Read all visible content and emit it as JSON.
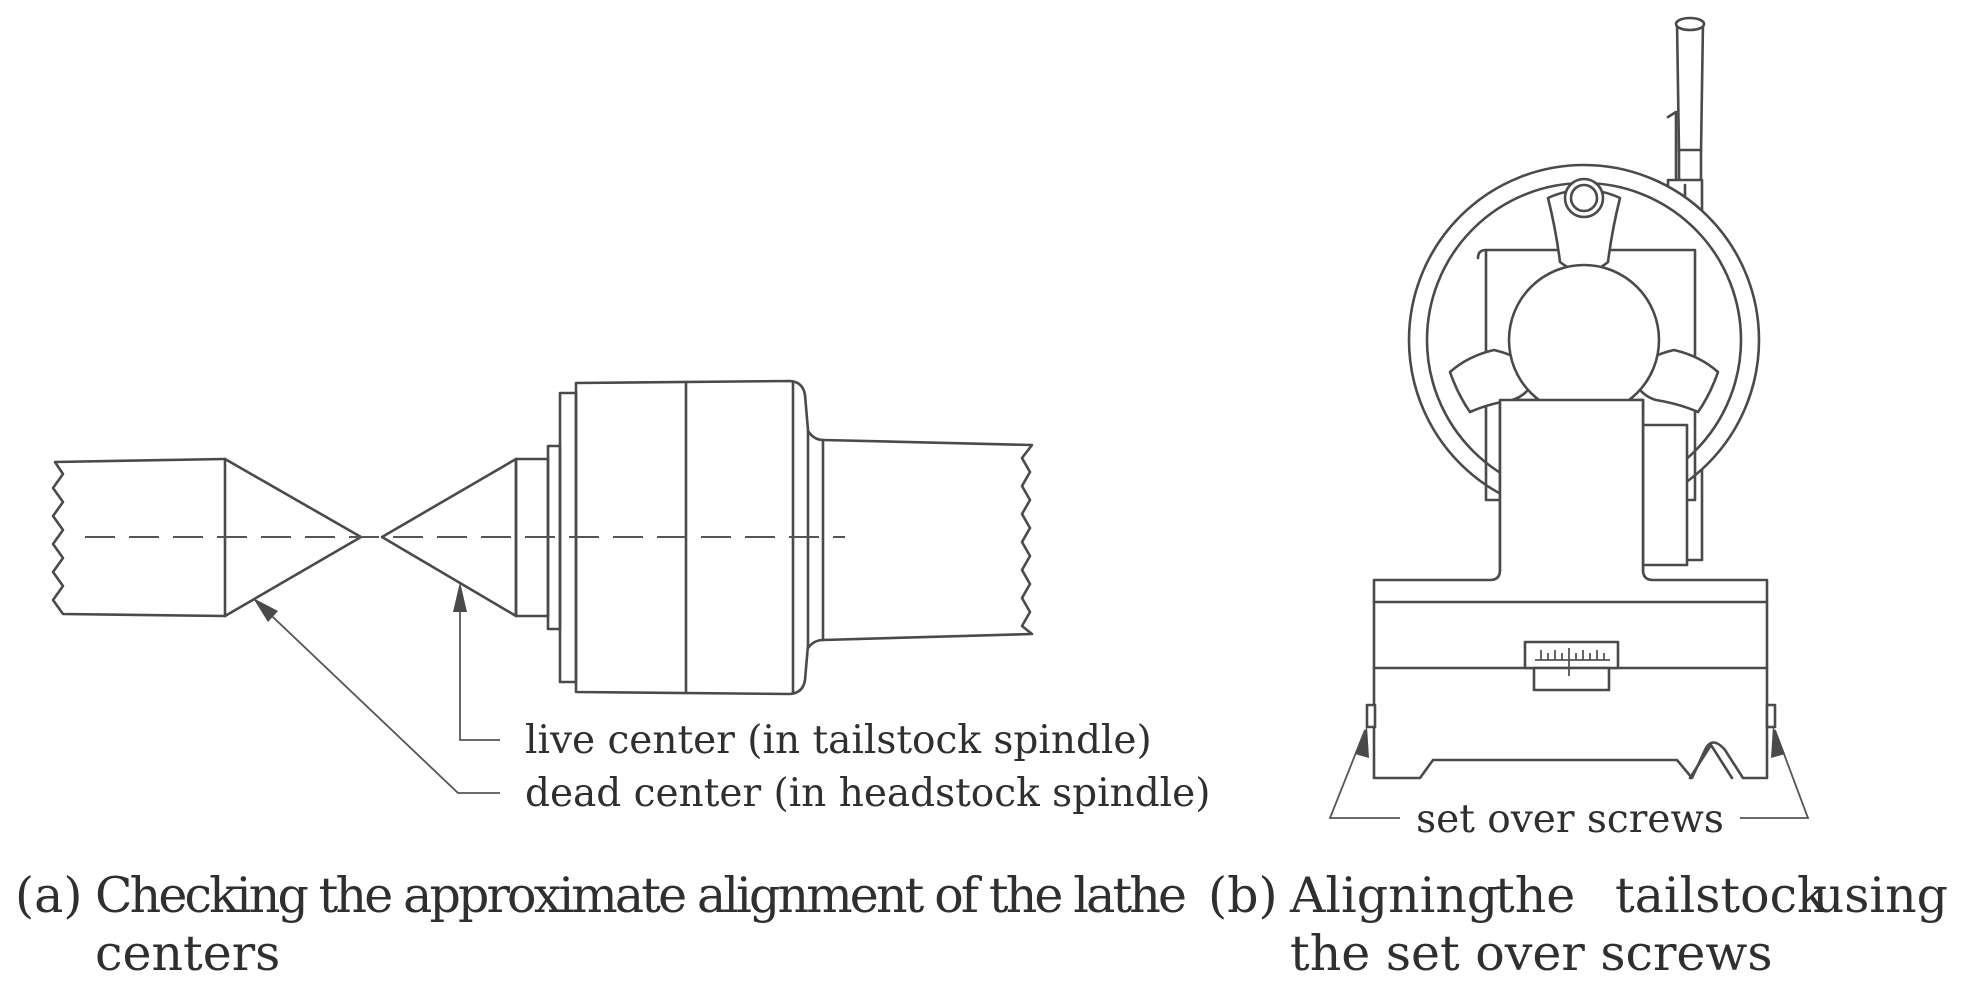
{
  "panel_a": {
    "label_live_center": "live center (in tailstock spindle)",
    "label_dead_center": "dead center (in headstock spindle)",
    "caption_marker": "(a)",
    "caption_line1": "Checking the approximate alignment of the lathe",
    "caption_line2": "centers"
  },
  "panel_b": {
    "label_screws": "set over screws",
    "caption_marker": "(b)",
    "caption_line1_word1": "Aligning",
    "caption_line1_word2": "the",
    "caption_line1_word3": "tailstock",
    "caption_line1_word4": "using",
    "caption_line2": "the set over screws"
  },
  "colors": {
    "line": "#4a4a4a",
    "text": "#2f2f2f",
    "background": "#ffffff"
  }
}
